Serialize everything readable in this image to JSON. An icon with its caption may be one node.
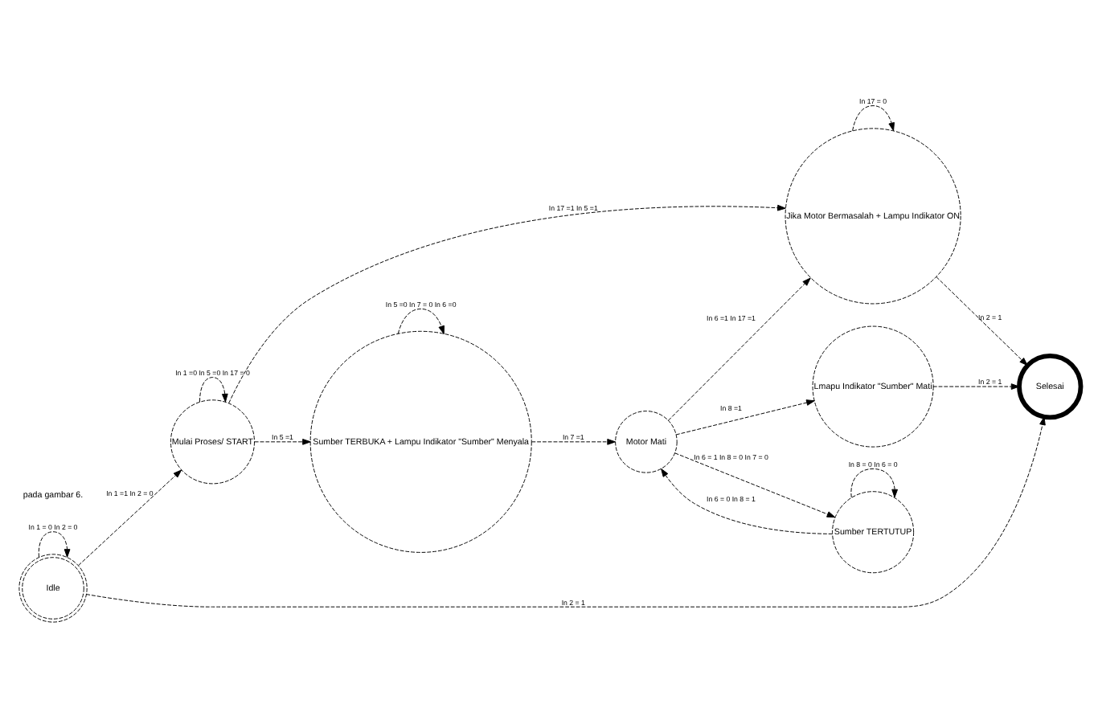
{
  "diagram": {
    "nodes": [
      {
        "text": [
          "Idle"
        ]
      },
      {
        "text": [
          "Mulai Proses/ START"
        ]
      },
      {
        "text": [
          "Sumber TERBUKA + Lampu Indikator \"Sumber\" Menyala"
        ]
      },
      {
        "text": [
          "Jika Motor Bermasalah + Lampu Indikator ON"
        ]
      },
      {
        "text": [
          "Motor Mati"
        ]
      },
      {
        "text": [
          "Sumber TERTUTUP"
        ]
      },
      {
        "text": [
          "Lmapu Indikator \"Sumber\" Mati"
        ]
      },
      {
        "text": [
          "Selesai"
        ]
      }
    ],
    "edges": [
      {
        "from": 0,
        "to": 0,
        "arrow": "to",
        "label": "In 1 = 0 In 2 = 0",
        "style": "dashed"
      },
      {
        "from": 0,
        "to": 1,
        "arrow": "to",
        "label": "In 1 =1 In 2 = 0",
        "style": "dashed"
      },
      {
        "from": 1,
        "to": 1,
        "arrow": "to",
        "label": "In 1 =0 In 5 =0 In 17 = 0",
        "style": "dashed"
      },
      {
        "from": 1,
        "to": 2,
        "arrow": "to",
        "label": "In 5 =1",
        "style": "dashed"
      },
      {
        "from": 1,
        "to": 3,
        "arrow": "to",
        "label": "In 17 =1 In 5 =1",
        "style": "dashed"
      },
      {
        "from": 2,
        "to": 2,
        "arrow": "to",
        "label": "In 5 =0 In 7 = 0 In 6 =0",
        "style": "dashed"
      },
      {
        "from": 2,
        "to": 4,
        "arrow": "to",
        "label": "In 7 =1",
        "style": "dashed"
      },
      {
        "from": 4,
        "to": 3,
        "arrow": "to",
        "label": "In 6 =1 In 17 =1",
        "style": "dashed"
      },
      {
        "from": 3,
        "to": 3,
        "arrow": "to",
        "label": "In 17 = 0",
        "style": "dashed"
      },
      {
        "from": 0,
        "to": 7,
        "arrow": "to",
        "label": "In 2 = 1",
        "style": "dashed"
      },
      {
        "from": 3,
        "to": 7,
        "arrow": "to",
        "label": "In 2 = 1",
        "style": "dashed"
      },
      {
        "from": 4,
        "to": 5,
        "arrow": "to",
        "label": "In 6 = 1 In 8 = 0 In 7 = 0",
        "style": "dashed"
      },
      {
        "from": 5,
        "to": 4,
        "arrow": "to",
        "label": "In 6 = 0 In 8 = 1",
        "style": "dashed"
      },
      {
        "from": 5,
        "to": 5,
        "arrow": "to",
        "label": "In 8 = 0 In 6 = 0",
        "style": "dashed"
      },
      {
        "from": 4,
        "to": 6,
        "arrow": "to",
        "label": "In 8 =1",
        "style": "dashed"
      },
      {
        "from": 6,
        "to": 7,
        "arrow": "to",
        "label": "In 2 = 1",
        "style": "dashed"
      }
    ],
    "labels": [
      "pada gambar 6."
    ]
  }
}
